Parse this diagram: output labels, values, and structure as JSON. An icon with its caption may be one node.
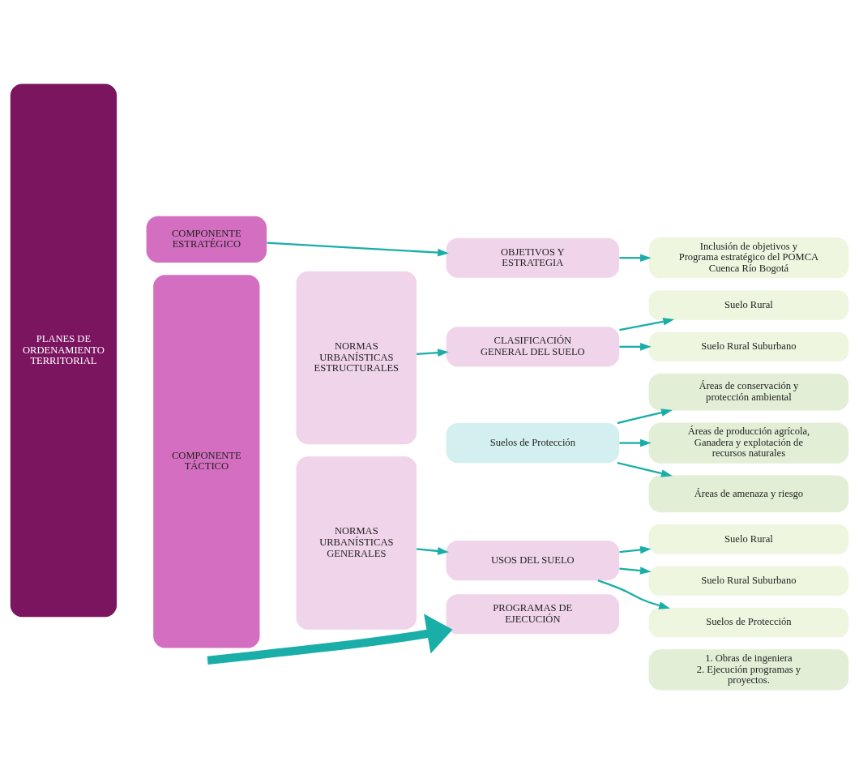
{
  "diagram": {
    "nodes": [
      {
        "text": [
          "PLANES DE ORDENAMIENTO TERRITORIAL"
        ]
      },
      {
        "text": [
          "COMPONENTE ESTRATÉGICO"
        ]
      },
      {
        "text": [
          "COMPONENTE TÁCTICO"
        ]
      },
      {
        "text": [
          "NORMAS URBANÍSTICAS ESTRUCTURALES"
        ]
      },
      {
        "text": [
          "NORMAS URBANÍSTICAS GENERALES"
        ]
      },
      {
        "text": [
          "OBJETIVOS Y ESTRATEGIA"
        ]
      },
      {
        "text": [
          "Inclusión de objetivos y Programa estratégico del POMCA Cuenca Río Bogotá"
        ]
      },
      {
        "text": [
          "CLASIFICACIÓN GENERAL DEL SUELO"
        ]
      },
      {
        "text": [
          "Suelo Rural"
        ]
      },
      {
        "text": [
          "Suelo Rural Suburbano"
        ]
      },
      {
        "text": [
          "Suelos de Protección"
        ]
      },
      {
        "text": [
          "Áreas de conservación y protección ambiental"
        ]
      },
      {
        "text": [
          "Áreas de producción agrícola, Ganadera y explotación de recursos naturales"
        ]
      },
      {
        "text": [
          "Áreas de amenaza y riesgo"
        ]
      },
      {
        "text": [
          "USOS DEL SUELO"
        ]
      },
      {
        "text": [
          "Suelo Rural"
        ]
      },
      {
        "text": [
          "Suelo Rural Suburbano"
        ]
      },
      {
        "text": [
          "Suelos de Protección"
        ]
      },
      {
        "text": [
          "PROGRAMAS DE EJECUCIÓN"
        ]
      },
      {
        "text": [
          "1. Obras de ingeniera",
          "2. Ejecución programas y proyectos."
        ]
      }
    ],
    "edges": [
      {
        "from": 1,
        "to": 5,
        "arrow": "to"
      },
      {
        "from": 5,
        "to": 6,
        "arrow": "to"
      },
      {
        "from": 3,
        "to": 7,
        "arrow": "to"
      },
      {
        "from": 7,
        "to": 8,
        "arrow": "to"
      },
      {
        "from": 7,
        "to": 9,
        "arrow": "to"
      },
      {
        "from": 10,
        "to": 11,
        "arrow": "to"
      },
      {
        "from": 10,
        "to": 12,
        "arrow": "to"
      },
      {
        "from": 10,
        "to": 13,
        "arrow": "to"
      },
      {
        "from": 4,
        "to": 14,
        "arrow": "to"
      },
      {
        "from": 14,
        "to": 15,
        "arrow": "to"
      },
      {
        "from": 14,
        "to": 16,
        "arrow": "to"
      },
      {
        "from": 14,
        "to": 17,
        "arrow": "to"
      },
      {
        "from": null,
        "to": 18,
        "arrow": "to",
        "style": "thick"
      }
    ]
  }
}
